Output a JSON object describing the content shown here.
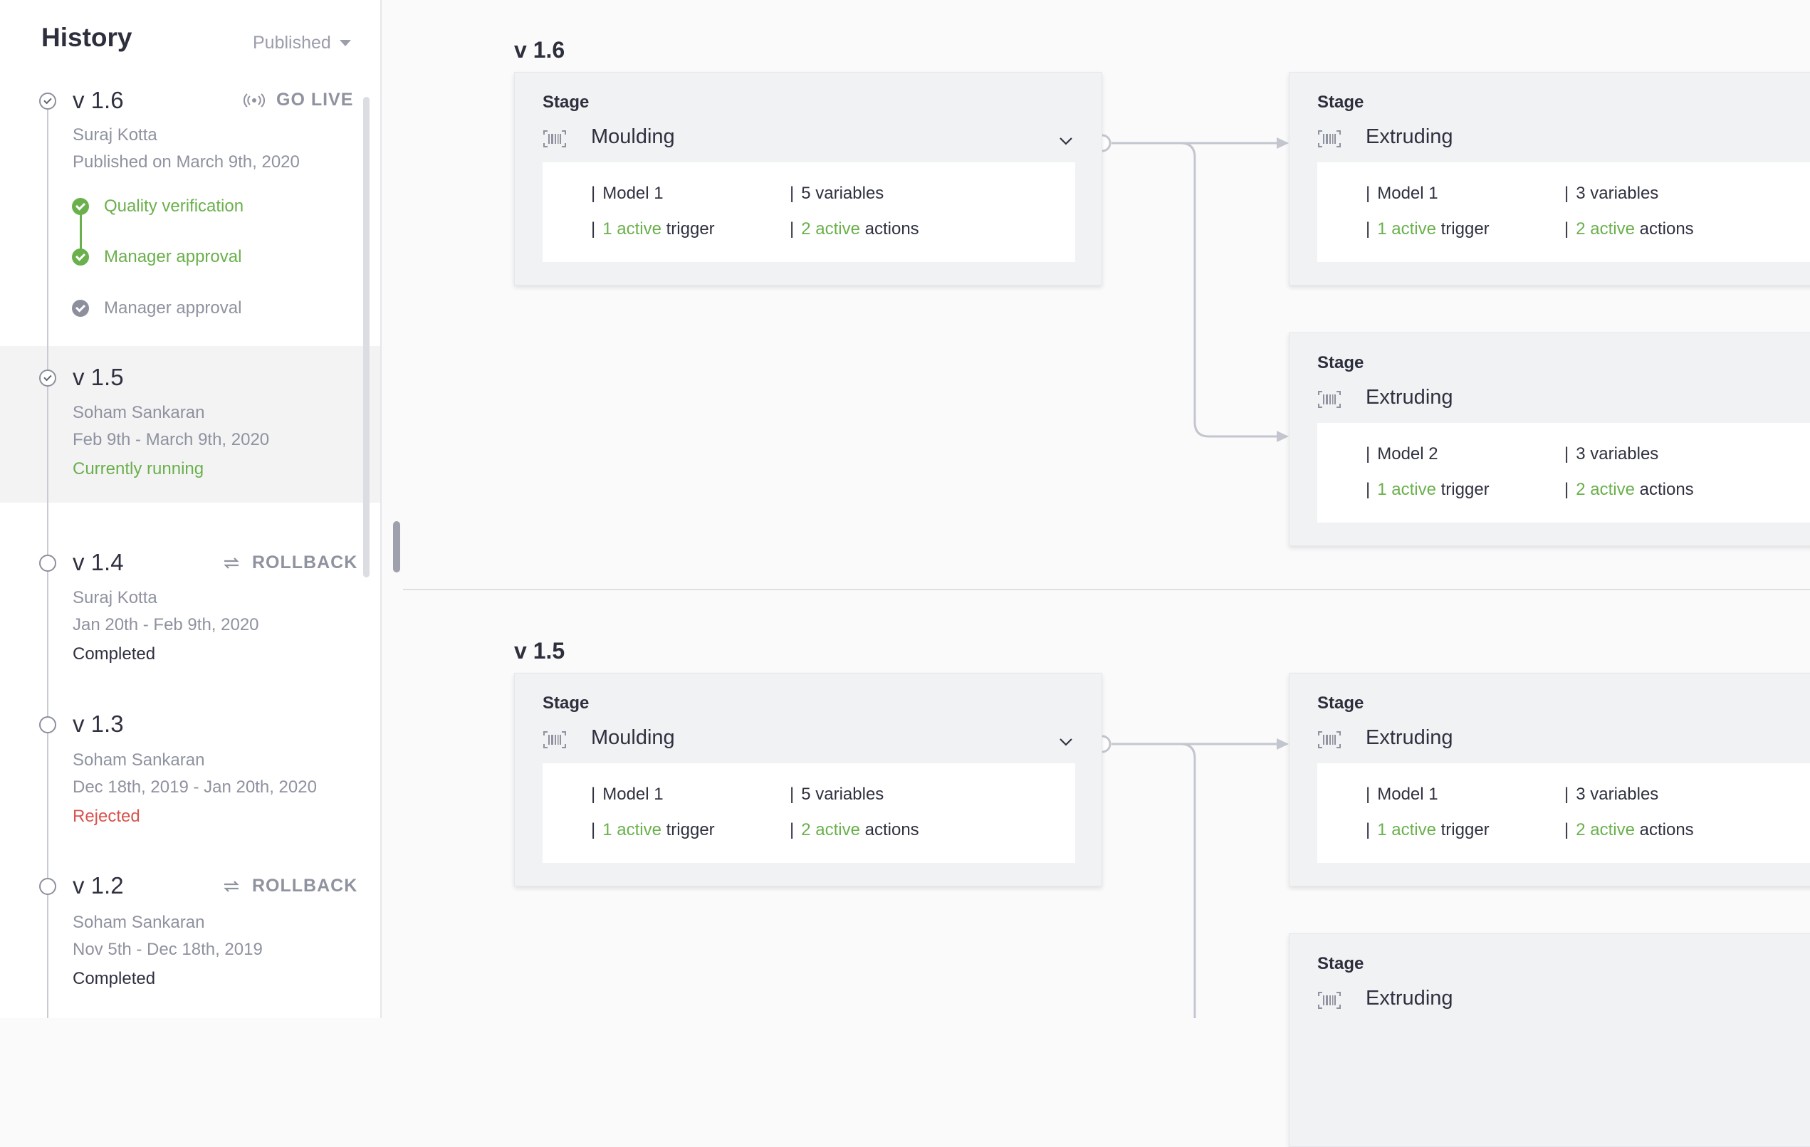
{
  "sidebar": {
    "title": "History",
    "filter_label": "Published",
    "versions": [
      {
        "version": "v 1.6",
        "author": "Suraj Kotta",
        "date": "Published on March 9th, 2020",
        "action": "GO LIVE",
        "action_icon": "broadcast-icon",
        "approvals": [
          {
            "label": "Quality verification",
            "state": "done"
          },
          {
            "label": "Manager approval",
            "state": "done"
          },
          {
            "label": "Manager approval",
            "state": "pending"
          }
        ]
      },
      {
        "version": "v 1.5",
        "author": "Soham Sankaran",
        "date": "Feb 9th - March 9th, 2020",
        "status": "Currently running"
      },
      {
        "version": "v 1.4",
        "author": "Suraj Kotta",
        "date": "Jan 20th - Feb 9th, 2020",
        "status": "Completed",
        "action": "ROLLBACK",
        "action_icon": "rollback-icon"
      },
      {
        "version": "v 1.3",
        "author": "Soham Sankaran",
        "date": "Dec 18th, 2019 - Jan 20th, 2020",
        "status": "Rejected"
      },
      {
        "version": "v 1.2",
        "author": "Soham Sankaran",
        "date": "Nov 5th - Dec 18th, 2019",
        "status": "Completed",
        "action": "ROLLBACK",
        "action_icon": "rollback-icon"
      }
    ]
  },
  "main": {
    "sections": [
      {
        "title": "v 1.6",
        "cards": [
          {
            "stage_label": "Stage",
            "name": "Moulding",
            "model": "Model 1",
            "variables": "5 variables",
            "trigger_count": "1 active",
            "trigger_word": "trigger",
            "actions_count": "2 active",
            "actions_word": "actions"
          },
          {
            "stage_label": "Stage",
            "name": "Extruding",
            "model": "Model 1",
            "variables": "3 variables",
            "trigger_count": "1 active",
            "trigger_word": "trigger",
            "actions_count": "2 active",
            "actions_word": "actions"
          },
          {
            "stage_label": "Stage",
            "name": "Extruding",
            "model": "Model 2",
            "variables": "3 variables",
            "trigger_count": "1 active",
            "trigger_word": "trigger",
            "actions_count": "2 active",
            "actions_word": "actions"
          }
        ]
      },
      {
        "title": "v 1.5",
        "cards": [
          {
            "stage_label": "Stage",
            "name": "Moulding",
            "model": "Model 1",
            "variables": "5 variables",
            "trigger_count": "1 active",
            "trigger_word": "trigger",
            "actions_count": "2 active",
            "actions_word": "actions"
          },
          {
            "stage_label": "Stage",
            "name": "Extruding",
            "model": "Model 1",
            "variables": "3 variables",
            "trigger_count": "1 active",
            "trigger_word": "trigger",
            "actions_count": "2 active",
            "actions_word": "actions"
          },
          {
            "stage_label": "Stage",
            "name": "Extruding"
          }
        ]
      }
    ]
  },
  "colors": {
    "accent_green": "#6ab04c",
    "reject_red": "#d9534f",
    "muted": "#8f929f"
  }
}
